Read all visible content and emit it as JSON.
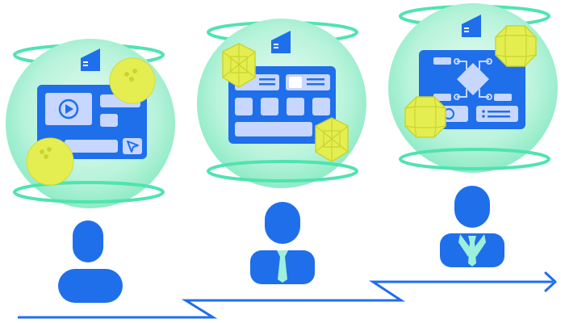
{
  "colors": {
    "primary_blue": "#1F6FEB",
    "light_blue": "#C7D7FF",
    "mint": "#A6F1D3",
    "mint_light": "#DDF8EE",
    "ring": "#50E3B0",
    "yellow": "#E4EE51",
    "yellow_dark": "#C9D52E",
    "tie": "#9EF0DB",
    "background": "#FFFFFF"
  },
  "illustration": {
    "stages": [
      {
        "id": "stage-1",
        "board_icons": [
          "building-icon",
          "video-play-icon",
          "cursor-icon"
        ],
        "decorations": [
          "yellow-ball-icon",
          "yellow-ball-icon"
        ],
        "person": "user-avatar-icon"
      },
      {
        "id": "stage-2",
        "board_icons": [
          "building-icon",
          "grid-layout-icon"
        ],
        "decorations": [
          "yellow-gem-icon",
          "yellow-gem-icon"
        ],
        "person": "user-with-tie-icon"
      },
      {
        "id": "stage-3",
        "board_icons": [
          "building-icon",
          "flow-diagram-icon"
        ],
        "decorations": [
          "yellow-polyhedron-icon",
          "yellow-polyhedron-icon"
        ],
        "person": "user-executive-icon"
      }
    ],
    "path": "growth-arrow-icon"
  }
}
